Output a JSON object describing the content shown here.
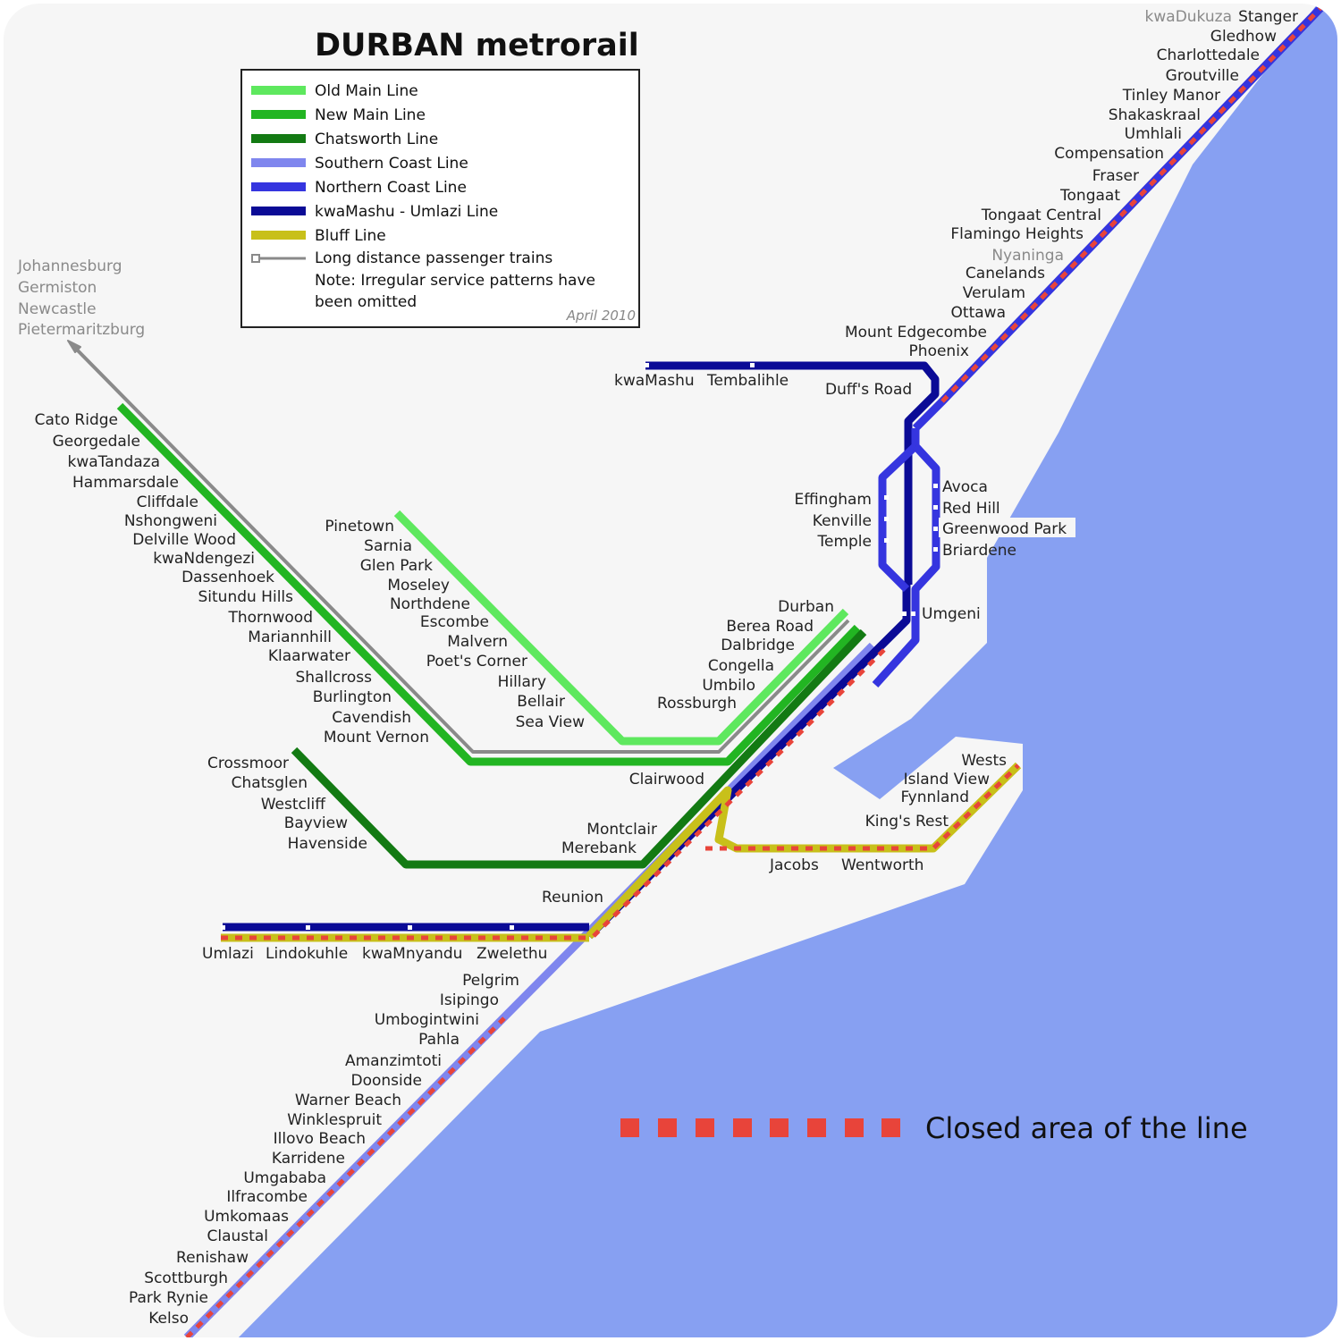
{
  "title": "DURBAN metrorail",
  "legend": {
    "items": [
      {
        "label": "Old Main Line",
        "color": "#5ee85e"
      },
      {
        "label": "New Main Line",
        "color": "#22b522"
      },
      {
        "label": "Chatsworth Line",
        "color": "#137a13"
      },
      {
        "label": "Southern Coast Line",
        "color": "#7f86ee"
      },
      {
        "label": "Northern Coast Line",
        "color": "#3535df"
      },
      {
        "label": "kwaMashu - Umlazi Line",
        "color": "#0b0b96"
      },
      {
        "label": "Bluff Line",
        "color": "#c8c01a"
      },
      {
        "label": "Long distance passenger trains",
        "color": "#8a8a8a"
      }
    ],
    "note": [
      "Note: Irregular service patterns have",
      "been omitted"
    ],
    "date": "April 2010"
  },
  "long_distance": [
    "Johannesburg",
    "Germiston",
    "Newcastle",
    "Pietermaritzburg"
  ],
  "stations": {
    "north_coast": [
      "kwaDukuza",
      "Stanger",
      "Gledhow",
      "Charlottedale",
      "Groutville",
      "Tinley Manor",
      "Shakaskraal",
      "Umhlali",
      "Compensation",
      "Fraser",
      "Tongaat",
      "Tongaat Central",
      "Flamingo Heights",
      "Nyaninga",
      "Canelands",
      "Verulam",
      "Ottawa",
      "Mount Edgecombe",
      "Phoenix"
    ],
    "kwamashu": [
      "kwaMashu",
      "Tembalihle",
      "Duff's Road"
    ],
    "loop_west": [
      "Effingham",
      "Kenville",
      "Temple"
    ],
    "loop_east": [
      "Avoca",
      "Red Hill",
      "Greenwood Park",
      "Briardene"
    ],
    "umgeni": "Umgeni",
    "central": [
      "Durban",
      "Berea Road",
      "Dalbridge",
      "Congella",
      "Umbilo",
      "Rossburgh"
    ],
    "new_main": [
      "Cato Ridge",
      "Georgedale",
      "kwaTandaza",
      "Hammarsdale",
      "Cliffdale",
      "Nshongweni",
      "Delville Wood",
      "kwaNdengezi",
      "Dassenhoek",
      "Situndu Hills",
      "Thornwood",
      "Mariannhill",
      "Klaarwater",
      "Shallcross",
      "Burlington",
      "Cavendish",
      "Mount Vernon"
    ],
    "old_main": [
      "Pinetown",
      "Sarnia",
      "Glen Park",
      "Moseley",
      "Northdene",
      "Escombe",
      "Malvern",
      "Poet's Corner",
      "Hillary",
      "Bellair",
      "Sea View"
    ],
    "chatsworth": [
      "Crossmoor",
      "Chatsglen",
      "Westcliff",
      "Bayview",
      "Havenside"
    ],
    "south_trunk": [
      "Clairwood",
      "Montclair",
      "Merebank",
      "Reunion"
    ],
    "bluff": [
      "Wests",
      "Island View",
      "Fynnland",
      "King's Rest",
      "Jacobs",
      "Wentworth"
    ],
    "umlazi": [
      "Umlazi",
      "Lindokuhle",
      "kwaMnyandu",
      "Zwelethu"
    ],
    "south_coast": [
      "Pelgrim",
      "Isipingo",
      "Umbogintwini",
      "Pahla",
      "Amanzimtoti",
      "Doonside",
      "Warner Beach",
      "Winklespruit",
      "Illovo Beach",
      "Karridene",
      "Umgababa",
      "Ilfracombe",
      "Umkomaas",
      "Claustal",
      "Renishaw",
      "Scottburgh",
      "Park Rynie",
      "Kelso"
    ]
  },
  "closed_label": "Closed area of the line",
  "colors": {
    "sea": "#87a0f2",
    "land": "#f6f6f6",
    "closed": "#e8443a",
    "grey_label": "#8a8a8a"
  }
}
